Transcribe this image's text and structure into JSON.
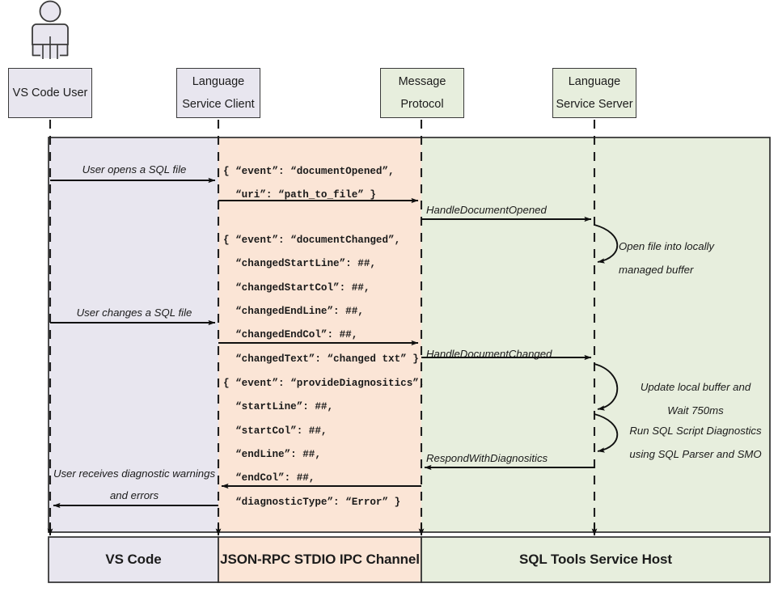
{
  "diagram": {
    "title": "SQL Tools Service language service sequence diagram",
    "colors": {
      "band_vscode": "#e8e6ef",
      "band_ipc": "#fbe5d6",
      "band_host": "#e7eedd",
      "stroke": "#3a3a3a",
      "text": "#1c1c1c"
    }
  },
  "actor": {
    "name": "vs-code-user-actor"
  },
  "participants": [
    {
      "id": "vs-code-user",
      "line1": "VS Code User",
      "line2": ""
    },
    {
      "id": "language-service-client",
      "line1": "Language",
      "line2": "Service Client"
    },
    {
      "id": "message-protocol",
      "line1": "Message",
      "line2": "Protocol"
    },
    {
      "id": "language-service-server",
      "line1": "Language",
      "line2": "Service Server"
    }
  ],
  "messages": [
    {
      "id": "user-opens-sql-file",
      "label": "User opens a SQL file"
    },
    {
      "id": "handle-document-opened",
      "label": "HandleDocumentOpened"
    },
    {
      "id": "user-changes-sql-file",
      "label": "User changes a SQL file"
    },
    {
      "id": "handle-document-changed",
      "label": "HandleDocumentChanged"
    },
    {
      "id": "respond-with-diagnositics",
      "label": "RespondWithDiagnositics"
    },
    {
      "id": "user-receives-diagnostics",
      "label": "User receives diagnostic\nwarnings and errors"
    }
  ],
  "payloads": [
    {
      "id": "document-opened-payload",
      "text": "{ “event”: “documentOpened”,\n  “uri”: “path_to_file” }"
    },
    {
      "id": "document-changed-payload",
      "text": "{ “event”: “documentChanged”,\n  “changedStartLine”: ##,\n  “changedStartCol”: ##,\n  “changedEndLine”: ##,\n  “changedEndCol”: ##,\n  “changedText”: “changed txt” }"
    },
    {
      "id": "provide-diagnositics-payload",
      "text": "{ “event”: “provideDiagnositics”,\n  “startLine”: ##,\n  “startCol”: ##,\n  “endLine”: ##,\n  “endCol”: ##,\n  “diagnosticType”: “Error” }"
    }
  ],
  "self_notes": [
    {
      "id": "open-file-note",
      "line1": "Open file into locally",
      "line2": "managed buffer"
    },
    {
      "id": "update-buffer-note",
      "line1": "Update local buffer and",
      "line2": "Wait 750ms"
    },
    {
      "id": "run-diagnostics-note",
      "line1": "Run SQL Script Diagnostics",
      "line2": "using SQL Parser and SMO"
    }
  ],
  "footer": [
    {
      "id": "footer-vs-code",
      "label": "VS Code"
    },
    {
      "id": "footer-ipc-channel",
      "label": "JSON-RPC STDIO IPC Channel"
    },
    {
      "id": "footer-service-host",
      "label": "SQL Tools Service Host"
    }
  ]
}
